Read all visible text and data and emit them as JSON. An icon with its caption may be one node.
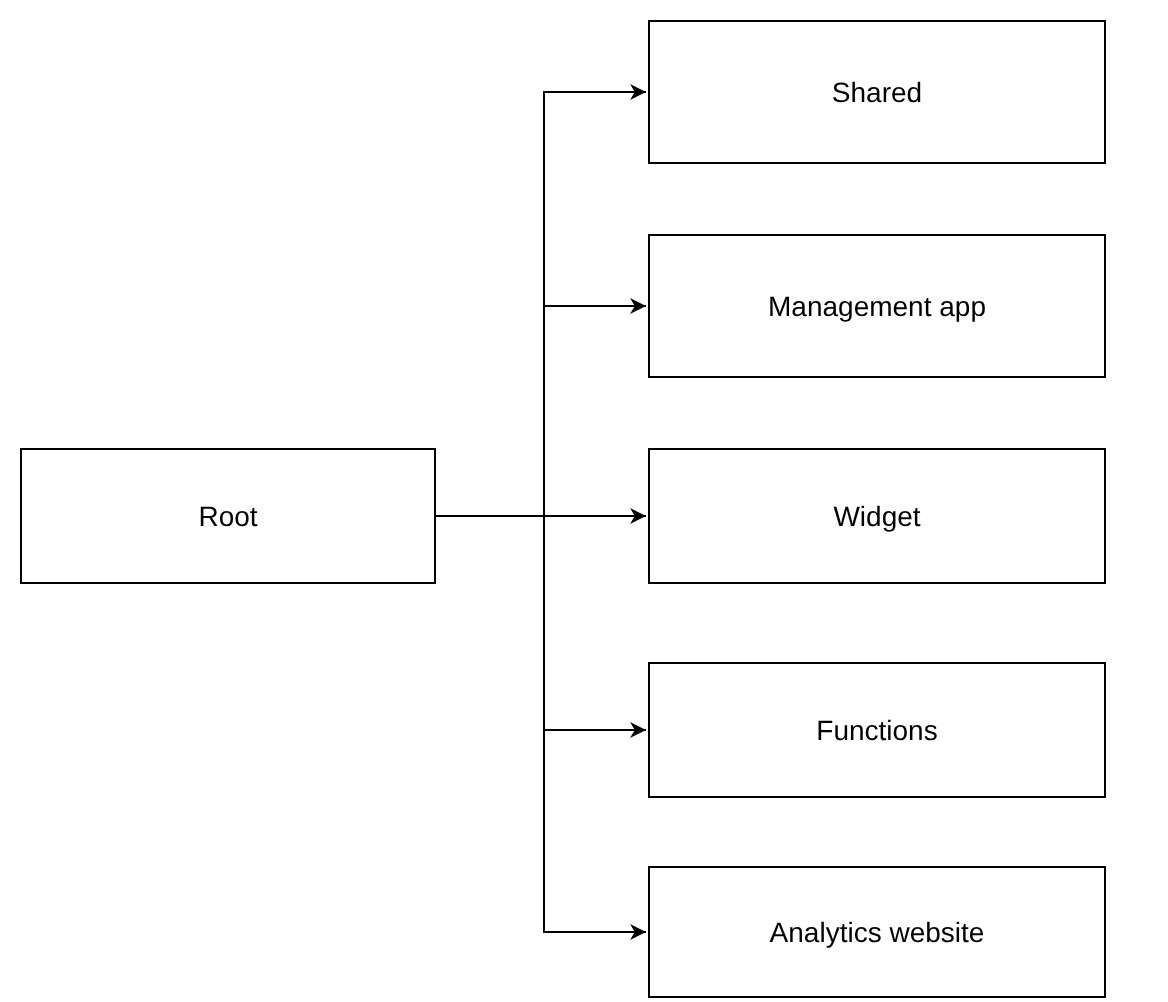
{
  "diagram": {
    "nodes": [
      {
        "text": [
          "Root"
        ]
      },
      {
        "text": [
          "Shared"
        ]
      },
      {
        "text": [
          "Management app"
        ]
      },
      {
        "text": [
          "Widget"
        ]
      },
      {
        "text": [
          "Functions"
        ]
      },
      {
        "text": [
          "Analytics website"
        ]
      }
    ],
    "edges": [
      {
        "from": 0,
        "to": 1,
        "arrow": "to"
      },
      {
        "from": 0,
        "to": 2,
        "arrow": "to"
      },
      {
        "from": 0,
        "to": 3,
        "arrow": "to"
      },
      {
        "from": 0,
        "to": 4,
        "arrow": "to"
      },
      {
        "from": 0,
        "to": 5,
        "arrow": "to"
      }
    ]
  }
}
